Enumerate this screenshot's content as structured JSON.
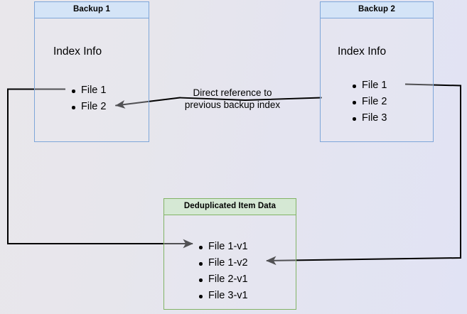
{
  "diagram": {
    "title_hidden": "",
    "background_colors": {
      "left": "#e9e7eb",
      "right": "#e1e3f4"
    },
    "colors": {
      "blue_border": "#7ea6d9",
      "blue_header_fill": "#d4e4f7",
      "green_border": "#82b366",
      "green_header_fill": "#d5e8d4",
      "edge_stroke": "#000000",
      "text": "#000000"
    },
    "boxes": [
      {
        "id": "backup-1",
        "header": "Backup 1",
        "subtitle": "Index Info",
        "items": [
          "File 1",
          "File 2"
        ]
      },
      {
        "id": "backup-2",
        "header": "Backup 2",
        "subtitle": "Index Info",
        "items": [
          "File 1",
          "File 2",
          "File 3"
        ]
      },
      {
        "id": "dedup-data",
        "header": "Deduplicated Item Data",
        "items": [
          "File 1-v1",
          "File 1-v2",
          "File 2-v1",
          "File 3-v1"
        ]
      }
    ],
    "annotations": {
      "direct_reference_line1": "Direct reference to",
      "direct_reference_line2": "previous backup index"
    },
    "edges": [
      {
        "id": "backup2-index-to-backup1-index",
        "from": "Backup 2 File 2",
        "to": "Backup 1 File 2",
        "label": "Direct reference to previous backup index",
        "arrow": true
      },
      {
        "id": "backup1-file1-to-dedup-file1v1",
        "from": "Backup 1 File 1",
        "to": "Deduplicated Item Data File 1-v1",
        "arrow": true
      },
      {
        "id": "backup2-file1-to-dedup-file1v2",
        "from": "Backup 2 File 1",
        "to": "Deduplicated Item Data File 1-v2",
        "arrow": true
      }
    ]
  }
}
